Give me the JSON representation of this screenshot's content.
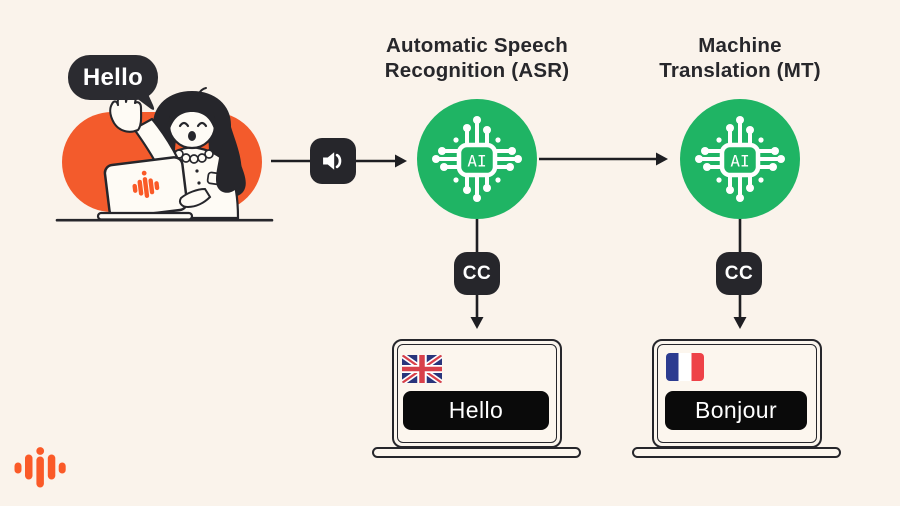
{
  "background_color": "#FAF3EB",
  "colors": {
    "dark": "#26262B",
    "green": "#1FB464",
    "orange_blob": "#F35B2C",
    "logo_orange": "#FA5A28",
    "caption_bg": "#0A0A0A",
    "uk_blue": "#29357C",
    "uk_red": "#D8404A",
    "fr_blue": "#2C3C90",
    "fr_red": "#EE4248"
  },
  "speech_bubble": {
    "text": "Hello"
  },
  "icons": {
    "audio": "speaker-loud-icon",
    "captions": "closed-captions-icon",
    "ai": "ai-chip-icon",
    "logo": "waveform-logo"
  },
  "stages": [
    {
      "title_line1": "Automatic Speech",
      "title_line2": "Recognition (ASR)",
      "chip_label": "AI",
      "cc_label": "CC"
    },
    {
      "title_line1": "Machine",
      "title_line2": "Translation (MT)",
      "chip_label": "AI",
      "cc_label": "CC"
    }
  ],
  "outputs": [
    {
      "flag_icon": "uk-flag",
      "caption": "Hello"
    },
    {
      "flag_icon": "france-flag",
      "caption": "Bonjour"
    }
  ]
}
